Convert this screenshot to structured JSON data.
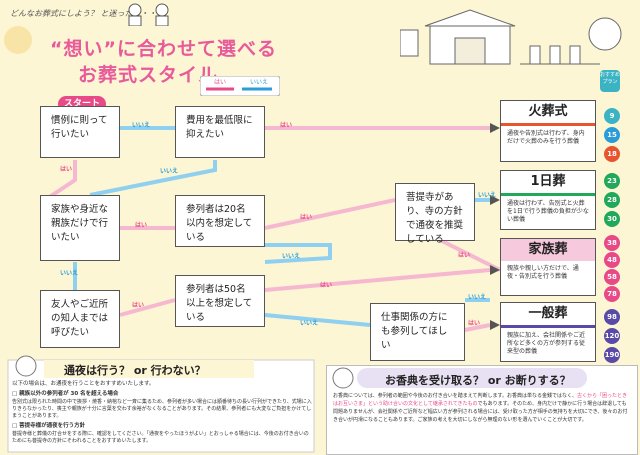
{
  "header": {
    "top_note": "どんなお葬式にしよう？ と迷ったら・・・",
    "title_line1": "“想い”に合わせて選べる",
    "title_line2": "お葬式スタイル",
    "legend_yes": "はい",
    "legend_no": "いいえ",
    "recommend_badge": "おすすめプラン"
  },
  "flow": {
    "start": "スタート",
    "yes": "はい",
    "no": "いいえ",
    "q1": "慣例に則って行いたい",
    "q2": "費用を最低限に抑えたい",
    "q3": "家族や身近な親族だけで行いたい",
    "q4": "参列者は20名以内を想定している",
    "q5": "菩提寺があり、寺の方針で通夜を推奨している",
    "q6": "参列者は50名以上を想定している",
    "q7": "友人やご近所の知人までは呼びたい",
    "q8": "仕事関係の方にも参列してほしい"
  },
  "plans": [
    {
      "title": "火葬式",
      "desc": "通夜や告別式は行わず、身内だけで火葬のみを行う葬儀",
      "color": "#e8542f",
      "nums": [
        "9",
        "15",
        "18"
      ]
    },
    {
      "title": "1日葬",
      "desc": "通夜は行わず、告別式と火葬を1日で行う葬儀の負担が少ない葬儀",
      "color": "#22a85a",
      "nums": [
        "23",
        "28",
        "30"
      ]
    },
    {
      "title": "家族葬",
      "desc": "親族や親しい方だけで、通夜・告別式を行う葬儀",
      "color": "#e84a88",
      "nums": [
        "38",
        "48",
        "58",
        "78"
      ]
    },
    {
      "title": "一般葬",
      "desc": "親族に加え、会社関係やご近所など多くの方が参列する従来型の葬儀",
      "color": "#5a4aa8",
      "nums": [
        "98",
        "120",
        "190"
      ]
    }
  ],
  "tsuya": {
    "title": "通夜は行う？ or 行わない？",
    "intro": "以下の場合は、お通夜を行うことをおすすめいたします。",
    "h1": "□ 親族以外の参列者が 30 名を超える場合",
    "p1": "告別式は限られた時間の中で挨拶・焼香・納棺など一斉に集るため、参列者が多い場合には順番待ちの長い行列ができたり、式場に入りきらなかったり、喪主や親族が十分に言葉を交わす余裕がなくなることがあります。その結果、参列者にも大変なご負担をかけてしまうことがあります。",
    "h2": "□ 菩提寺様が通夜を行う方針",
    "p2": "菩提寺様と葬儀の打合せをする際に、確認をしてください。「通夜をやったほうがよい」とおっしゃる場合には、今後のお付き合いのためにも菩提寺の方針にそわれることをおすすめいたします。"
  },
  "koden": {
    "title": "お香典を受け取る？ or お断りする？",
    "p1": "お香典については、参列者の範囲や今後のお付き合いを踏まえて判断します。お香典は単なる金銭ではなく、",
    "p_highlight": "古くから「困ったときはお互いさま」という助け合いの文化として継承されてきたもの",
    "p2": "でもあります。そのため、身内だけで静かに行う場合は辞退しても問題ありませんが、会社関係やご近所など幅広い方が参列される場合には、受け取った方が相手の気持ちを大切にでき、後々のお付き合いが円滑になることもあります。ご家族の考えを大切にしながら無理のない形を選んでいくことが大切です。"
  },
  "colors": {
    "accent": "#e84a88",
    "blue": "#2a9cd8",
    "teal": "#3bb3c3",
    "bg": "#fdf6d4"
  }
}
